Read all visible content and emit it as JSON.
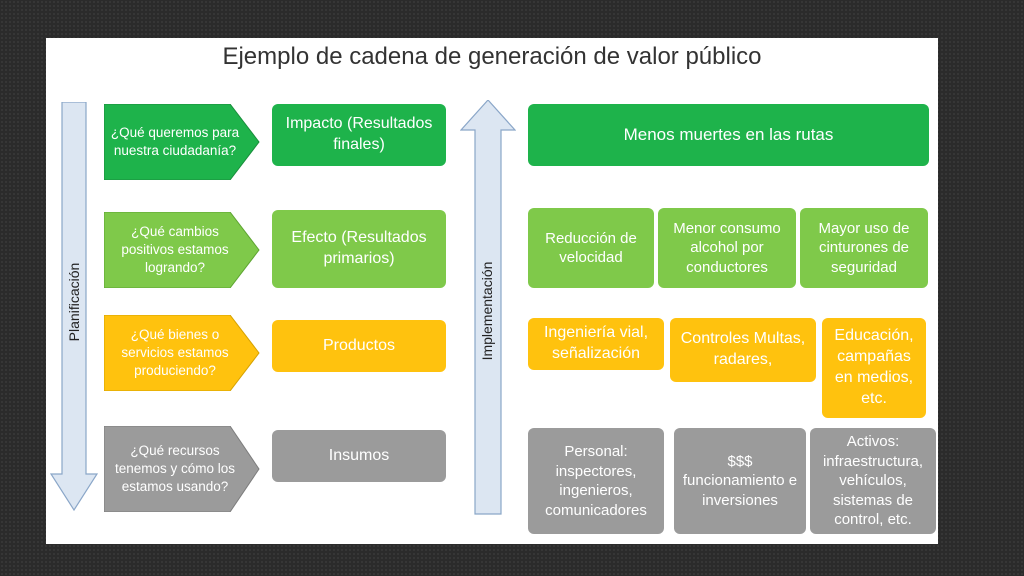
{
  "title": "Ejemplo de cadena de generación de valor público",
  "left_axis_label": "Planificación",
  "middle_axis_label": "Implementación",
  "questions": [
    "¿Qué queremos para nuestra ciudadanía?",
    "¿Qué cambios positivos estamos logrando?",
    "¿Qué bienes o servicios estamos produciendo?",
    "¿Qué recursos tenemos y cómo los estamos usando?"
  ],
  "levels": [
    "Impacto (Resultados finales)",
    "Efecto (Resultados primarios)",
    "Productos",
    "Insumos"
  ],
  "impact_example": "Menos muertes en las rutas",
  "effect_examples": [
    "Reducción de velocidad",
    "Menor consumo alcohol por conductores",
    "Mayor uso de cinturones de seguridad"
  ],
  "product_examples": [
    "Ingeniería vial, señalización",
    "Controles Multas, radares,",
    "Educación, campañas en medios, etc."
  ],
  "input_examples": [
    "Personal: inspectores, ingenieros, comunicadores",
    "$$$ funcionamiento e inversiones",
    "Activos: infraestructura, vehículos, sistemas de control, etc."
  ],
  "colors": {
    "impact": "#1eb34b",
    "effect": "#7fc94a",
    "product": "#ffc20e",
    "input": "#9b9b9b",
    "axis_arrow": "#dce6f2"
  }
}
